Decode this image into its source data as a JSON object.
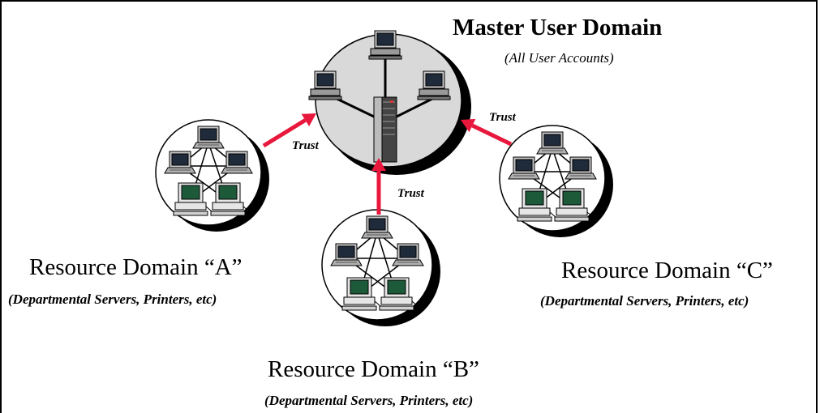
{
  "master": {
    "title": "Master User Domain",
    "subtitle": "(All User Accounts)"
  },
  "domains": [
    {
      "name": "Resource Domain “A”",
      "subtitle": "(Departmental Servers, Printers, etc)"
    },
    {
      "name": "Resource Domain “B”",
      "subtitle": "(Departmental Servers, Printers, etc)"
    },
    {
      "name": "Resource Domain “C”",
      "subtitle": "(Departmental Servers, Printers, etc)"
    }
  ],
  "trust_labels": [
    "Trust",
    "Trust",
    "Trust"
  ],
  "colors": {
    "arrow": "#e8183c",
    "circle_fill": "#d9d9d9",
    "shadow": "#000000",
    "screen": "#1f2a3a",
    "crt_screen": "#1d5a3a"
  }
}
